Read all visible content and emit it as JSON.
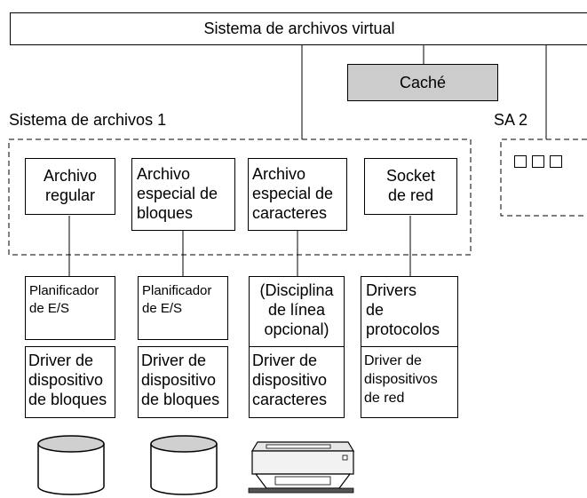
{
  "vfs": {
    "label": "Sistema de archivos virtual"
  },
  "cache": {
    "label": "Caché",
    "fill": "#cccccc"
  },
  "fs1": {
    "label": "Sistema de archivos 1",
    "files": [
      {
        "id": "regular",
        "label": "Archivo\nregular"
      },
      {
        "id": "block-special",
        "label": "Archivo\nespecial de\nbloques"
      },
      {
        "id": "char-special",
        "label": "Archivo\nespecial de\ncaracteres"
      },
      {
        "id": "socket",
        "label": "Socket\nde red"
      }
    ]
  },
  "fs2": {
    "label": "SA 2"
  },
  "upper_layer": [
    {
      "id": "scheduler-1",
      "label": "Planificador\nde E/S"
    },
    {
      "id": "scheduler-2",
      "label": "Planificador\nde E/S"
    },
    {
      "id": "line-discipline",
      "label": "(Disciplina\nde línea\nopcional)"
    },
    {
      "id": "protocol-drivers",
      "label": "Drivers\nde\nprotocolos"
    }
  ],
  "lower_layer": [
    {
      "id": "block-driver-1",
      "label": "Driver de\ndispositivo\nde bloques"
    },
    {
      "id": "block-driver-2",
      "label": "Driver de\ndispositivo\nde bloques"
    },
    {
      "id": "char-driver",
      "label": "Driver de\ndispositivo\ncaracteres"
    },
    {
      "id": "network-drivers",
      "label": "Driver de\ndispositivos\nde red"
    }
  ],
  "devices": [
    {
      "id": "disk-1",
      "icon": "disk-icon"
    },
    {
      "id": "disk-2",
      "icon": "disk-icon"
    },
    {
      "id": "printer",
      "icon": "printer-icon"
    }
  ]
}
